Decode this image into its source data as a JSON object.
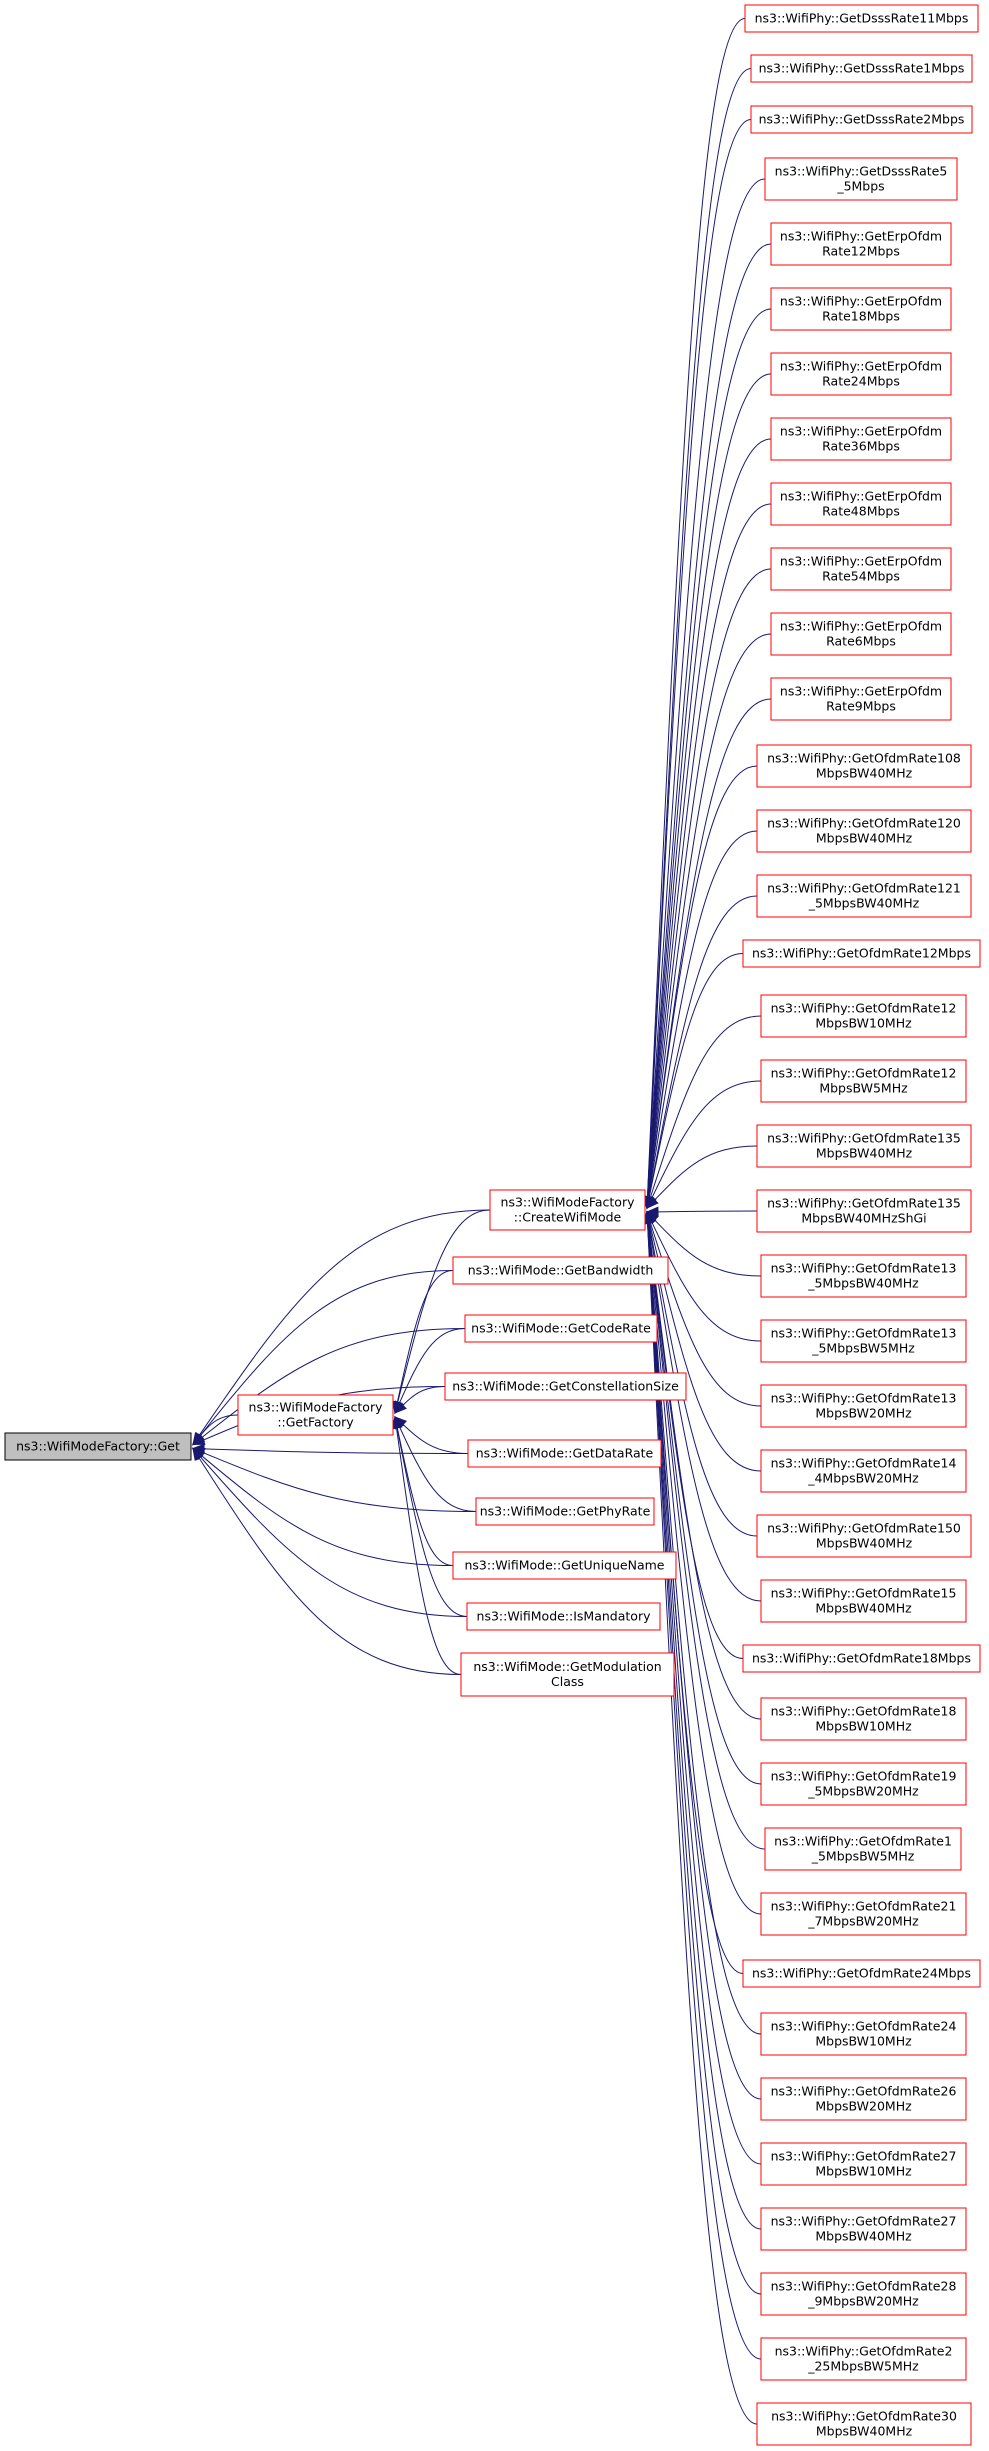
{
  "nodes": [
    {
      "id": "root",
      "lines": [
        "ns3::WifiModeFactory::Get"
      ],
      "root": true
    },
    {
      "id": "gf",
      "lines": [
        "ns3::WifiModeFactory",
        "::GetFactory"
      ]
    },
    {
      "id": "cwm",
      "lines": [
        "ns3::WifiModeFactory",
        "::CreateWifiMode"
      ]
    },
    {
      "id": "m_bw",
      "lines": [
        "ns3::WifiMode::GetBandwidth"
      ]
    },
    {
      "id": "m_cr",
      "lines": [
        "ns3::WifiMode::GetCodeRate"
      ]
    },
    {
      "id": "m_cs",
      "lines": [
        "ns3::WifiMode::GetConstellationSize"
      ]
    },
    {
      "id": "m_dr",
      "lines": [
        "ns3::WifiMode::GetDataRate"
      ]
    },
    {
      "id": "m_pr",
      "lines": [
        "ns3::WifiMode::GetPhyRate"
      ]
    },
    {
      "id": "m_un",
      "lines": [
        "ns3::WifiMode::GetUniqueName"
      ]
    },
    {
      "id": "m_im",
      "lines": [
        "ns3::WifiMode::IsMandatory"
      ]
    },
    {
      "id": "m_mc",
      "lines": [
        "ns3::WifiMode::GetModulation",
        "Class"
      ]
    },
    {
      "id": "p0",
      "lines": [
        "ns3::WifiPhy::GetDsssRate11Mbps"
      ]
    },
    {
      "id": "p1",
      "lines": [
        "ns3::WifiPhy::GetDsssRate1Mbps"
      ]
    },
    {
      "id": "p2",
      "lines": [
        "ns3::WifiPhy::GetDsssRate2Mbps"
      ]
    },
    {
      "id": "p3",
      "lines": [
        "ns3::WifiPhy::GetDsssRate5",
        "_5Mbps"
      ]
    },
    {
      "id": "p4",
      "lines": [
        "ns3::WifiPhy::GetErpOfdm",
        "Rate12Mbps"
      ]
    },
    {
      "id": "p5",
      "lines": [
        "ns3::WifiPhy::GetErpOfdm",
        "Rate18Mbps"
      ]
    },
    {
      "id": "p6",
      "lines": [
        "ns3::WifiPhy::GetErpOfdm",
        "Rate24Mbps"
      ]
    },
    {
      "id": "p7",
      "lines": [
        "ns3::WifiPhy::GetErpOfdm",
        "Rate36Mbps"
      ]
    },
    {
      "id": "p8",
      "lines": [
        "ns3::WifiPhy::GetErpOfdm",
        "Rate48Mbps"
      ]
    },
    {
      "id": "p9",
      "lines": [
        "ns3::WifiPhy::GetErpOfdm",
        "Rate54Mbps"
      ]
    },
    {
      "id": "p10",
      "lines": [
        "ns3::WifiPhy::GetErpOfdm",
        "Rate6Mbps"
      ]
    },
    {
      "id": "p11",
      "lines": [
        "ns3::WifiPhy::GetErpOfdm",
        "Rate9Mbps"
      ]
    },
    {
      "id": "p12",
      "lines": [
        "ns3::WifiPhy::GetOfdmRate108",
        "MbpsBW40MHz"
      ]
    },
    {
      "id": "p13",
      "lines": [
        "ns3::WifiPhy::GetOfdmRate120",
        "MbpsBW40MHz"
      ]
    },
    {
      "id": "p14",
      "lines": [
        "ns3::WifiPhy::GetOfdmRate121",
        "_5MbpsBW40MHz"
      ]
    },
    {
      "id": "p15",
      "lines": [
        "ns3::WifiPhy::GetOfdmRate12Mbps"
      ]
    },
    {
      "id": "p16",
      "lines": [
        "ns3::WifiPhy::GetOfdmRate12",
        "MbpsBW10MHz"
      ]
    },
    {
      "id": "p17",
      "lines": [
        "ns3::WifiPhy::GetOfdmRate12",
        "MbpsBW5MHz"
      ]
    },
    {
      "id": "p18",
      "lines": [
        "ns3::WifiPhy::GetOfdmRate135",
        "MbpsBW40MHz"
      ]
    },
    {
      "id": "p19",
      "lines": [
        "ns3::WifiPhy::GetOfdmRate135",
        "MbpsBW40MHzShGi"
      ]
    },
    {
      "id": "p20",
      "lines": [
        "ns3::WifiPhy::GetOfdmRate13",
        "_5MbpsBW40MHz"
      ]
    },
    {
      "id": "p21",
      "lines": [
        "ns3::WifiPhy::GetOfdmRate13",
        "_5MbpsBW5MHz"
      ]
    },
    {
      "id": "p22",
      "lines": [
        "ns3::WifiPhy::GetOfdmRate13",
        "MbpsBW20MHz"
      ]
    },
    {
      "id": "p23",
      "lines": [
        "ns3::WifiPhy::GetOfdmRate14",
        "_4MbpsBW20MHz"
      ]
    },
    {
      "id": "p24",
      "lines": [
        "ns3::WifiPhy::GetOfdmRate150",
        "MbpsBW40MHz"
      ]
    },
    {
      "id": "p25",
      "lines": [
        "ns3::WifiPhy::GetOfdmRate15",
        "MbpsBW40MHz"
      ]
    },
    {
      "id": "p26",
      "lines": [
        "ns3::WifiPhy::GetOfdmRate18Mbps"
      ]
    },
    {
      "id": "p27",
      "lines": [
        "ns3::WifiPhy::GetOfdmRate18",
        "MbpsBW10MHz"
      ]
    },
    {
      "id": "p28",
      "lines": [
        "ns3::WifiPhy::GetOfdmRate19",
        "_5MbpsBW20MHz"
      ]
    },
    {
      "id": "p29",
      "lines": [
        "ns3::WifiPhy::GetOfdmRate1",
        "_5MbpsBW5MHz"
      ]
    },
    {
      "id": "p30",
      "lines": [
        "ns3::WifiPhy::GetOfdmRate21",
        "_7MbpsBW20MHz"
      ]
    },
    {
      "id": "p31",
      "lines": [
        "ns3::WifiPhy::GetOfdmRate24Mbps"
      ]
    },
    {
      "id": "p32",
      "lines": [
        "ns3::WifiPhy::GetOfdmRate24",
        "MbpsBW10MHz"
      ]
    },
    {
      "id": "p33",
      "lines": [
        "ns3::WifiPhy::GetOfdmRate26",
        "MbpsBW20MHz"
      ]
    },
    {
      "id": "p34",
      "lines": [
        "ns3::WifiPhy::GetOfdmRate27",
        "MbpsBW10MHz"
      ]
    },
    {
      "id": "p35",
      "lines": [
        "ns3::WifiPhy::GetOfdmRate27",
        "MbpsBW40MHz"
      ]
    },
    {
      "id": "p36",
      "lines": [
        "ns3::WifiPhy::GetOfdmRate28",
        "_9MbpsBW20MHz"
      ]
    },
    {
      "id": "p37",
      "lines": [
        "ns3::WifiPhy::GetOfdmRate2",
        "_25MbpsBW5MHz"
      ]
    },
    {
      "id": "p38",
      "lines": [
        "ns3::WifiPhy::GetOfdmRate30",
        "MbpsBW40MHz"
      ]
    }
  ],
  "edges": [
    {
      "from": "cwm",
      "to": "root"
    },
    {
      "from": "gf",
      "to": "root"
    },
    {
      "from": "m_bw",
      "to": "root"
    },
    {
      "from": "m_cr",
      "to": "root"
    },
    {
      "from": "m_cs",
      "to": "root"
    },
    {
      "from": "m_dr",
      "to": "root"
    },
    {
      "from": "m_pr",
      "to": "root"
    },
    {
      "from": "m_un",
      "to": "root"
    },
    {
      "from": "m_im",
      "to": "root"
    },
    {
      "from": "m_mc",
      "to": "root"
    },
    {
      "from": "cwm",
      "to": "gf"
    },
    {
      "from": "m_bw",
      "to": "gf"
    },
    {
      "from": "m_cr",
      "to": "gf"
    },
    {
      "from": "m_cs",
      "to": "gf"
    },
    {
      "from": "m_dr",
      "to": "gf"
    },
    {
      "from": "m_pr",
      "to": "gf"
    },
    {
      "from": "m_un",
      "to": "gf"
    },
    {
      "from": "m_im",
      "to": "gf"
    },
    {
      "from": "m_mc",
      "to": "gf"
    },
    {
      "from": "p0",
      "to": "cwm"
    },
    {
      "from": "p1",
      "to": "cwm"
    },
    {
      "from": "p2",
      "to": "cwm"
    },
    {
      "from": "p3",
      "to": "cwm"
    },
    {
      "from": "p4",
      "to": "cwm"
    },
    {
      "from": "p5",
      "to": "cwm"
    },
    {
      "from": "p6",
      "to": "cwm"
    },
    {
      "from": "p7",
      "to": "cwm"
    },
    {
      "from": "p8",
      "to": "cwm"
    },
    {
      "from": "p9",
      "to": "cwm"
    },
    {
      "from": "p10",
      "to": "cwm"
    },
    {
      "from": "p11",
      "to": "cwm"
    },
    {
      "from": "p12",
      "to": "cwm"
    },
    {
      "from": "p13",
      "to": "cwm"
    },
    {
      "from": "p14",
      "to": "cwm"
    },
    {
      "from": "p15",
      "to": "cwm"
    },
    {
      "from": "p16",
      "to": "cwm"
    },
    {
      "from": "p17",
      "to": "cwm"
    },
    {
      "from": "p18",
      "to": "cwm"
    },
    {
      "from": "p19",
      "to": "cwm"
    },
    {
      "from": "p20",
      "to": "cwm"
    },
    {
      "from": "p21",
      "to": "cwm"
    },
    {
      "from": "p22",
      "to": "cwm"
    },
    {
      "from": "p23",
      "to": "cwm"
    },
    {
      "from": "p24",
      "to": "cwm"
    },
    {
      "from": "p25",
      "to": "cwm"
    },
    {
      "from": "p26",
      "to": "cwm"
    },
    {
      "from": "p27",
      "to": "cwm"
    },
    {
      "from": "p28",
      "to": "cwm"
    },
    {
      "from": "p29",
      "to": "cwm"
    },
    {
      "from": "p30",
      "to": "cwm"
    },
    {
      "from": "p31",
      "to": "cwm"
    },
    {
      "from": "p32",
      "to": "cwm"
    },
    {
      "from": "p33",
      "to": "cwm"
    },
    {
      "from": "p34",
      "to": "cwm"
    },
    {
      "from": "p35",
      "to": "cwm"
    },
    {
      "from": "p36",
      "to": "cwm"
    },
    {
      "from": "p37",
      "to": "cwm"
    },
    {
      "from": "p38",
      "to": "cwm"
    }
  ]
}
